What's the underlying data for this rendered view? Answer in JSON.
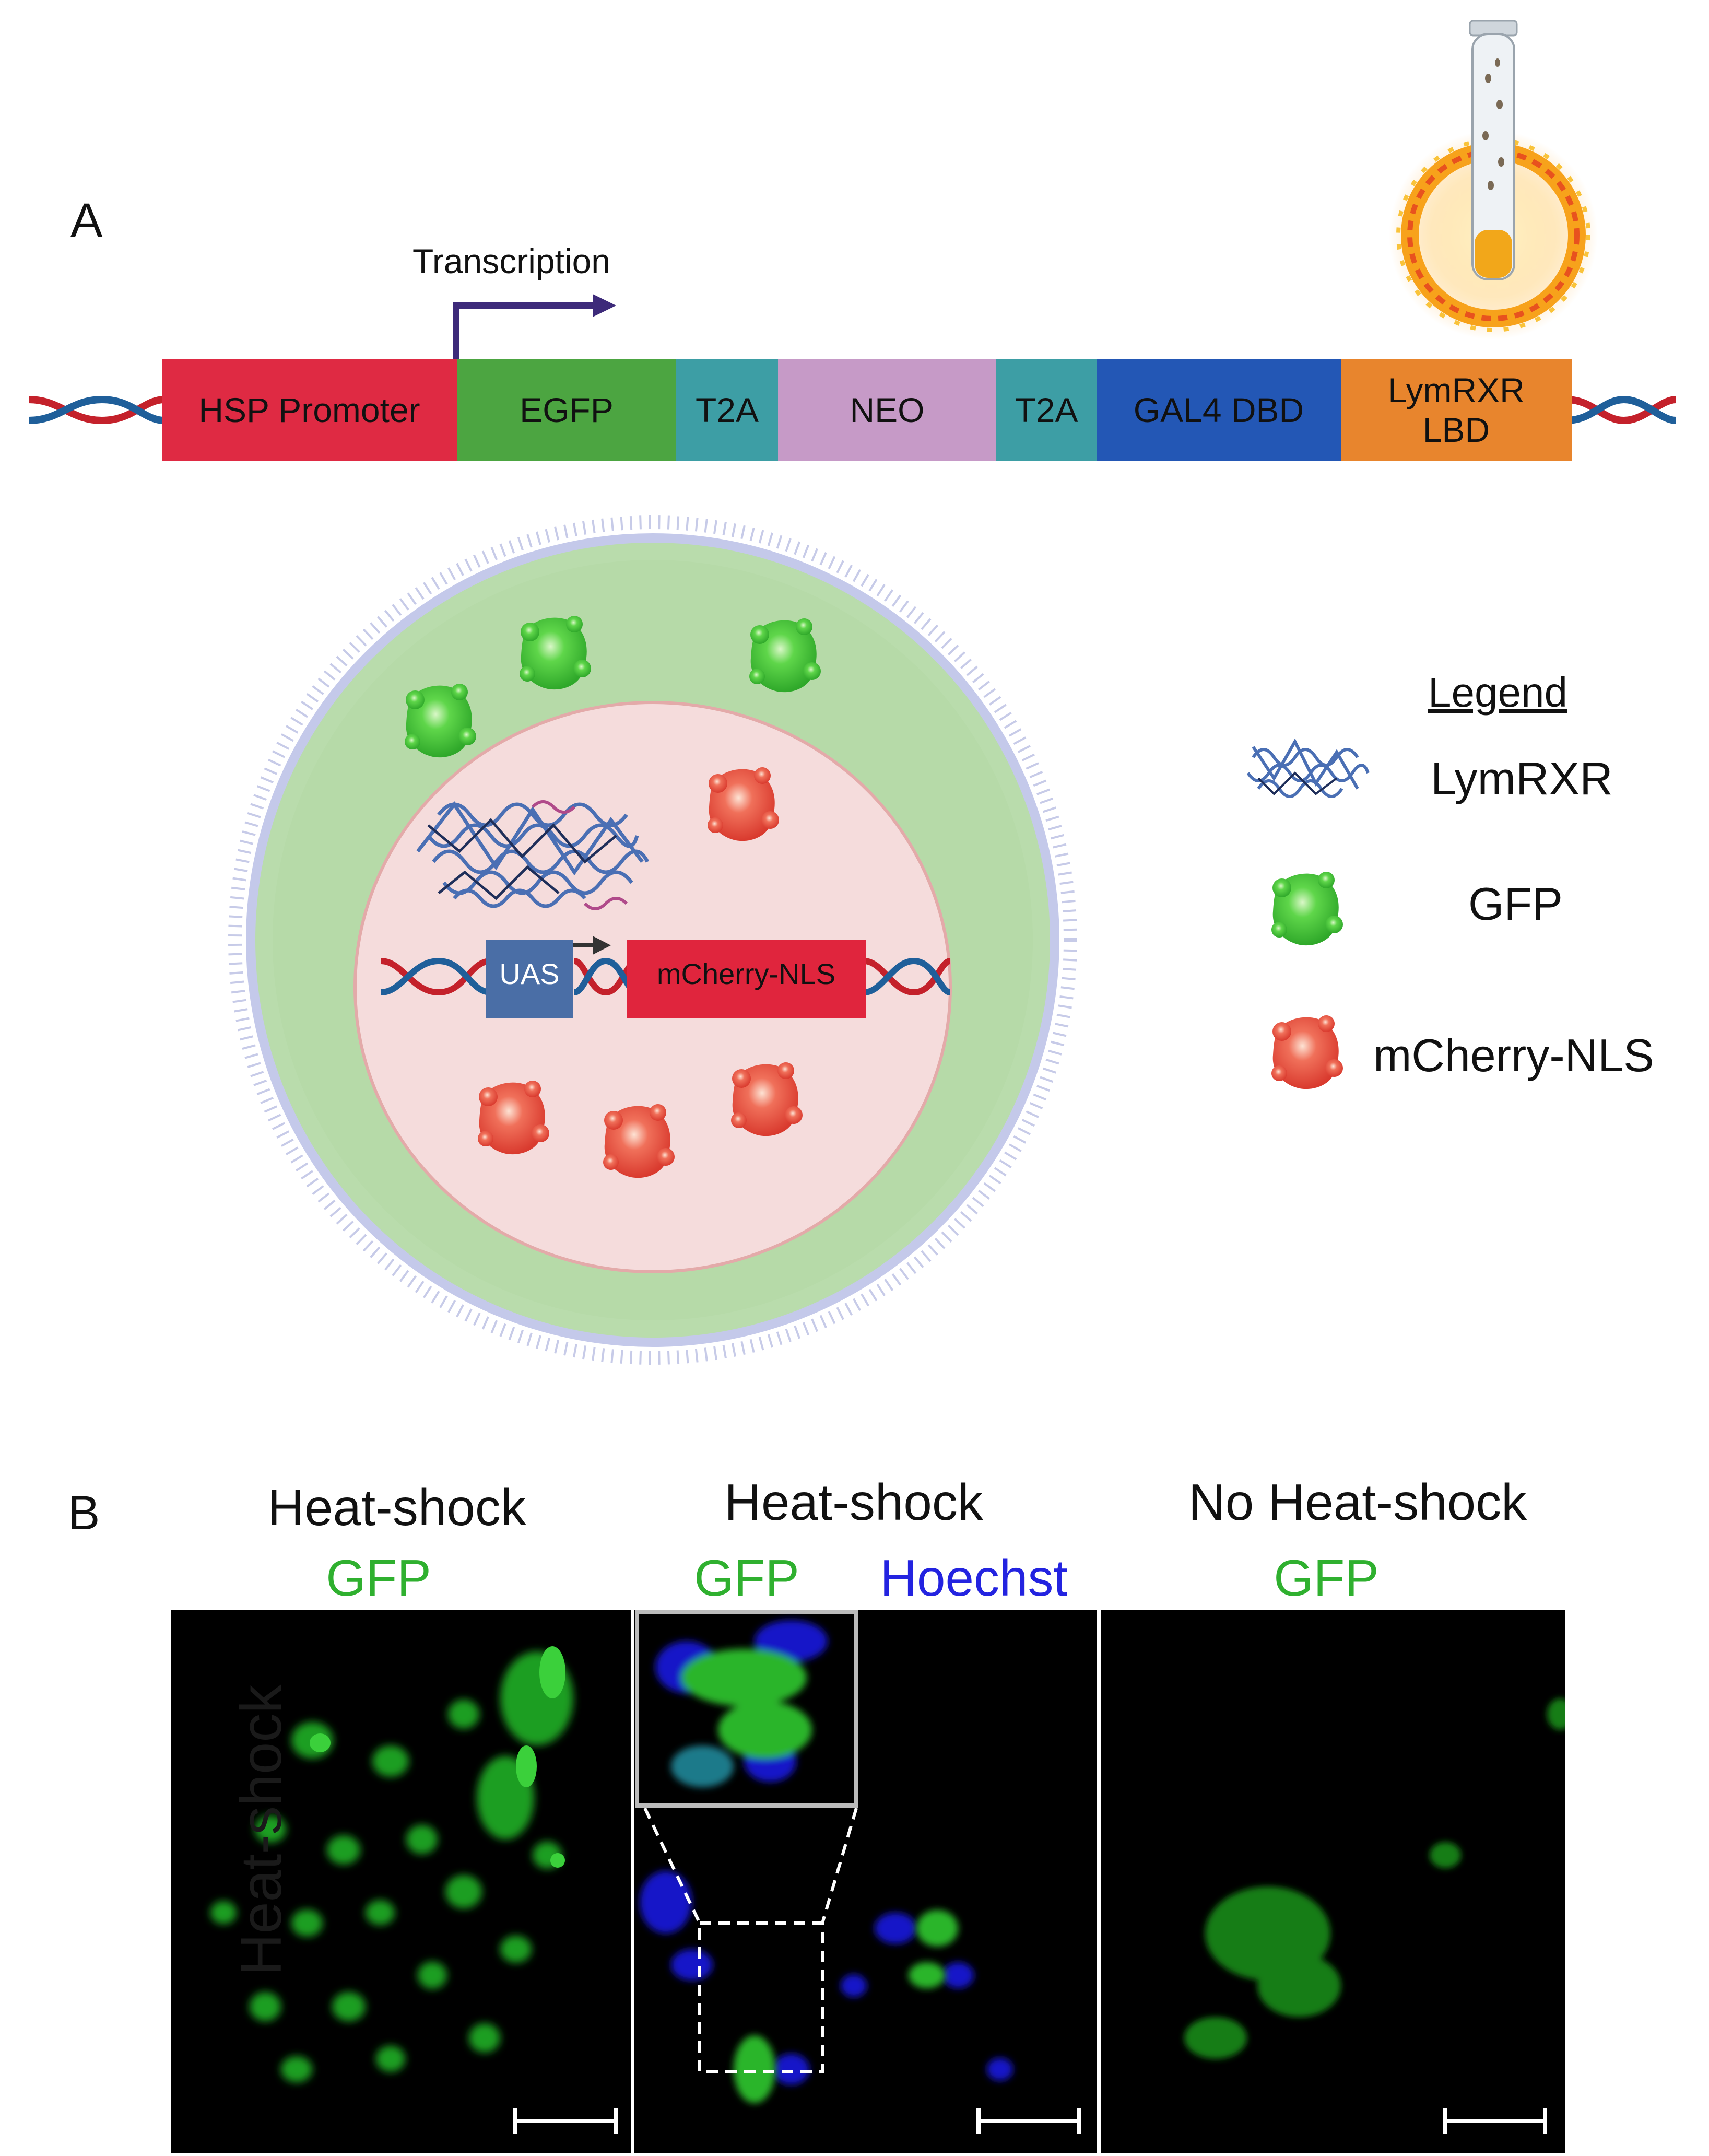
{
  "panel_a": {
    "letter": "A",
    "transcription_label": "Transcription",
    "construct_segments": [
      {
        "label": "HSP Promoter",
        "color": "#df2a43"
      },
      {
        "label": "EGFP",
        "color": "#4ca541"
      },
      {
        "label": "T2A",
        "color": "#3d9ea5"
      },
      {
        "label": "NEO",
        "color": "#c69ac7"
      },
      {
        "label": "T2A",
        "color": "#3d9ea5"
      },
      {
        "label": "GAL4 DBD",
        "color": "#2357b5"
      },
      {
        "label": "LymRXR\nLBD",
        "color": "#e8852d"
      }
    ],
    "cell": {
      "uas_label": "UAS",
      "reporter_label": "mCherry-NLS",
      "uas_color": "#4a6ea6",
      "reporter_color": "#e0253d"
    },
    "legend": {
      "title": "Legend",
      "items": [
        {
          "label": "LymRXR",
          "icon": "lymrxr-protein-icon"
        },
        {
          "label": "GFP",
          "icon": "gfp-protein-icon"
        },
        {
          "label": "mCherry-NLS",
          "icon": "mcherry-protein-icon"
        }
      ]
    }
  },
  "panel_b": {
    "letter": "B",
    "columns": [
      {
        "header": "Heat-shock",
        "channels": [
          {
            "label": "GFP",
            "color": "#2fb02f"
          }
        ],
        "watermark": "Heat-shock"
      },
      {
        "header": "Heat-shock",
        "channels": [
          {
            "label": "GFP",
            "color": "#2fb02f"
          },
          {
            "label": "Hoechst",
            "color": "#2323e0"
          }
        ]
      },
      {
        "header": "No Heat-shock",
        "channels": [
          {
            "label": "GFP",
            "color": "#2fb02f"
          }
        ]
      }
    ]
  }
}
